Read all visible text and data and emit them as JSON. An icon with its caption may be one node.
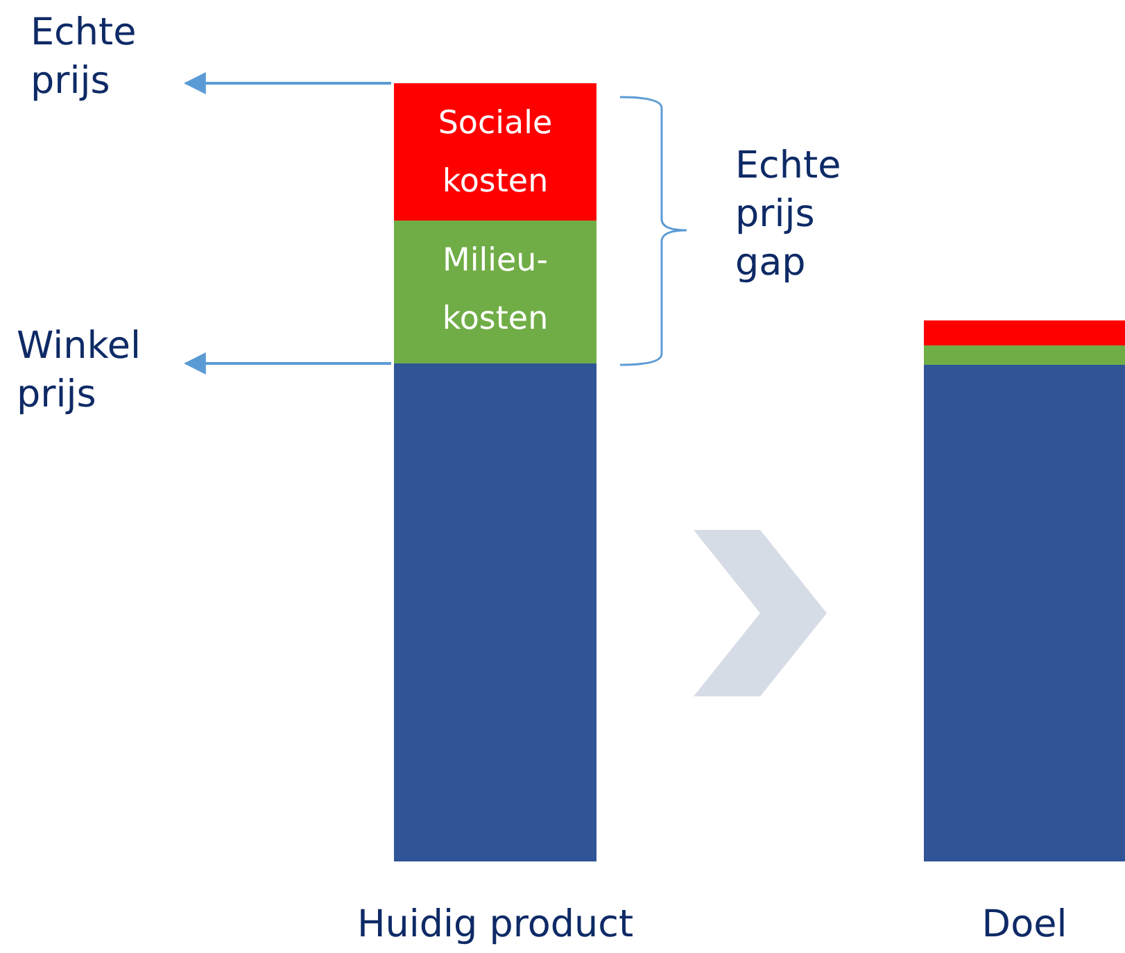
{
  "diagram": {
    "nodes": [
      {
        "text": [
          "Sociale kosten"
        ]
      },
      {
        "text": [
          "Milieu-kosten"
        ]
      },
      {
        "text": [],
        "shape": "bar",
        "beside": [
          "Huidig product"
        ]
      },
      {
        "text": [],
        "shape": "bar"
      },
      {
        "text": [],
        "shape": "bar"
      },
      {
        "text": [],
        "shape": "bar",
        "beside": [
          "Doel"
        ]
      },
      {
        "text": [
          "Echte prijs"
        ]
      },
      {
        "text": [
          "Winkel prijs"
        ]
      }
    ],
    "edges": [
      {
        "from": 0,
        "to": 6,
        "arrow": "to"
      },
      {
        "from": 2,
        "to": 7,
        "arrow": "to"
      },
      {
        "from": 2,
        "to": 5,
        "arrow": "to",
        "style": "thick",
        "color": "#d6dce5"
      }
    ],
    "labels": [
      "Echte prijs gap"
    ]
  }
}
